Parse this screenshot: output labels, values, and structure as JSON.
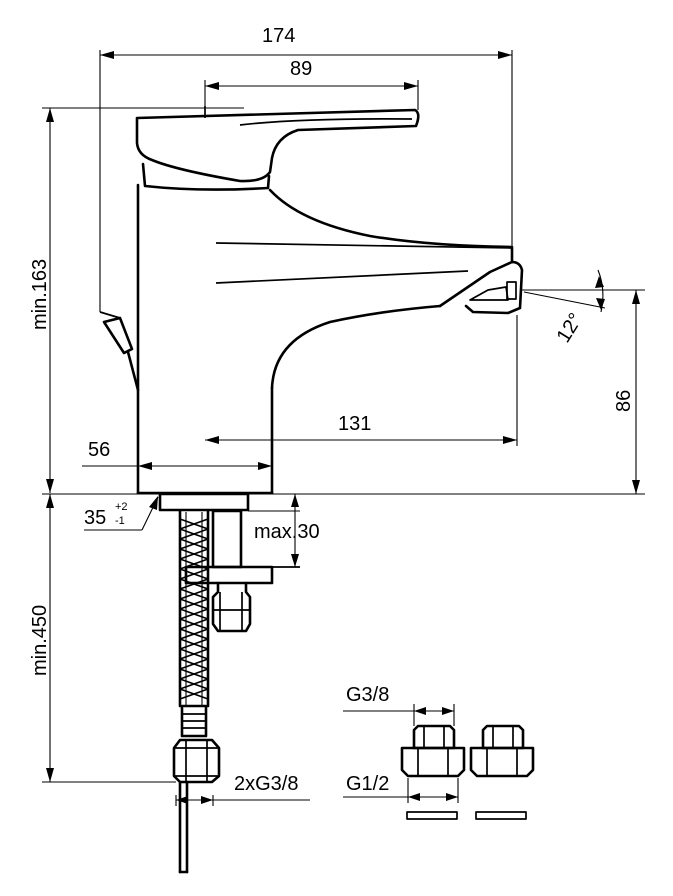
{
  "dimensions": {
    "overall_width": "174",
    "lever_length": "89",
    "min_height": "min.163",
    "spout_height": "86",
    "spout_reach": "131",
    "body_diameter": "56",
    "hole_diameter": "35",
    "hole_tolerance_plus": "+2",
    "hole_tolerance_minus": "-1",
    "max_deck_thickness": "max.30",
    "min_hose_length": "min.450",
    "spout_angle": "12°"
  },
  "connections": {
    "hose_thread": "2xG3/8",
    "adapter_inner_thread": "G3/8",
    "adapter_outer_thread": "G1/2"
  }
}
